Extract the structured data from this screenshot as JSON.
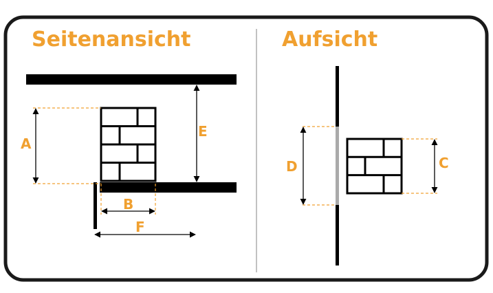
{
  "titles": {
    "side_view": "Seitenansicht",
    "top_view": "Aufsicht"
  },
  "labels": {
    "a": "A",
    "b": "B",
    "c": "C",
    "d": "D",
    "e": "E",
    "f": "F"
  },
  "colors": {
    "accent": "#f0a030",
    "line": "#000000",
    "frame": "#1a1a1a",
    "divider": "#999999",
    "wall_highlight": "#aaaaaa"
  }
}
